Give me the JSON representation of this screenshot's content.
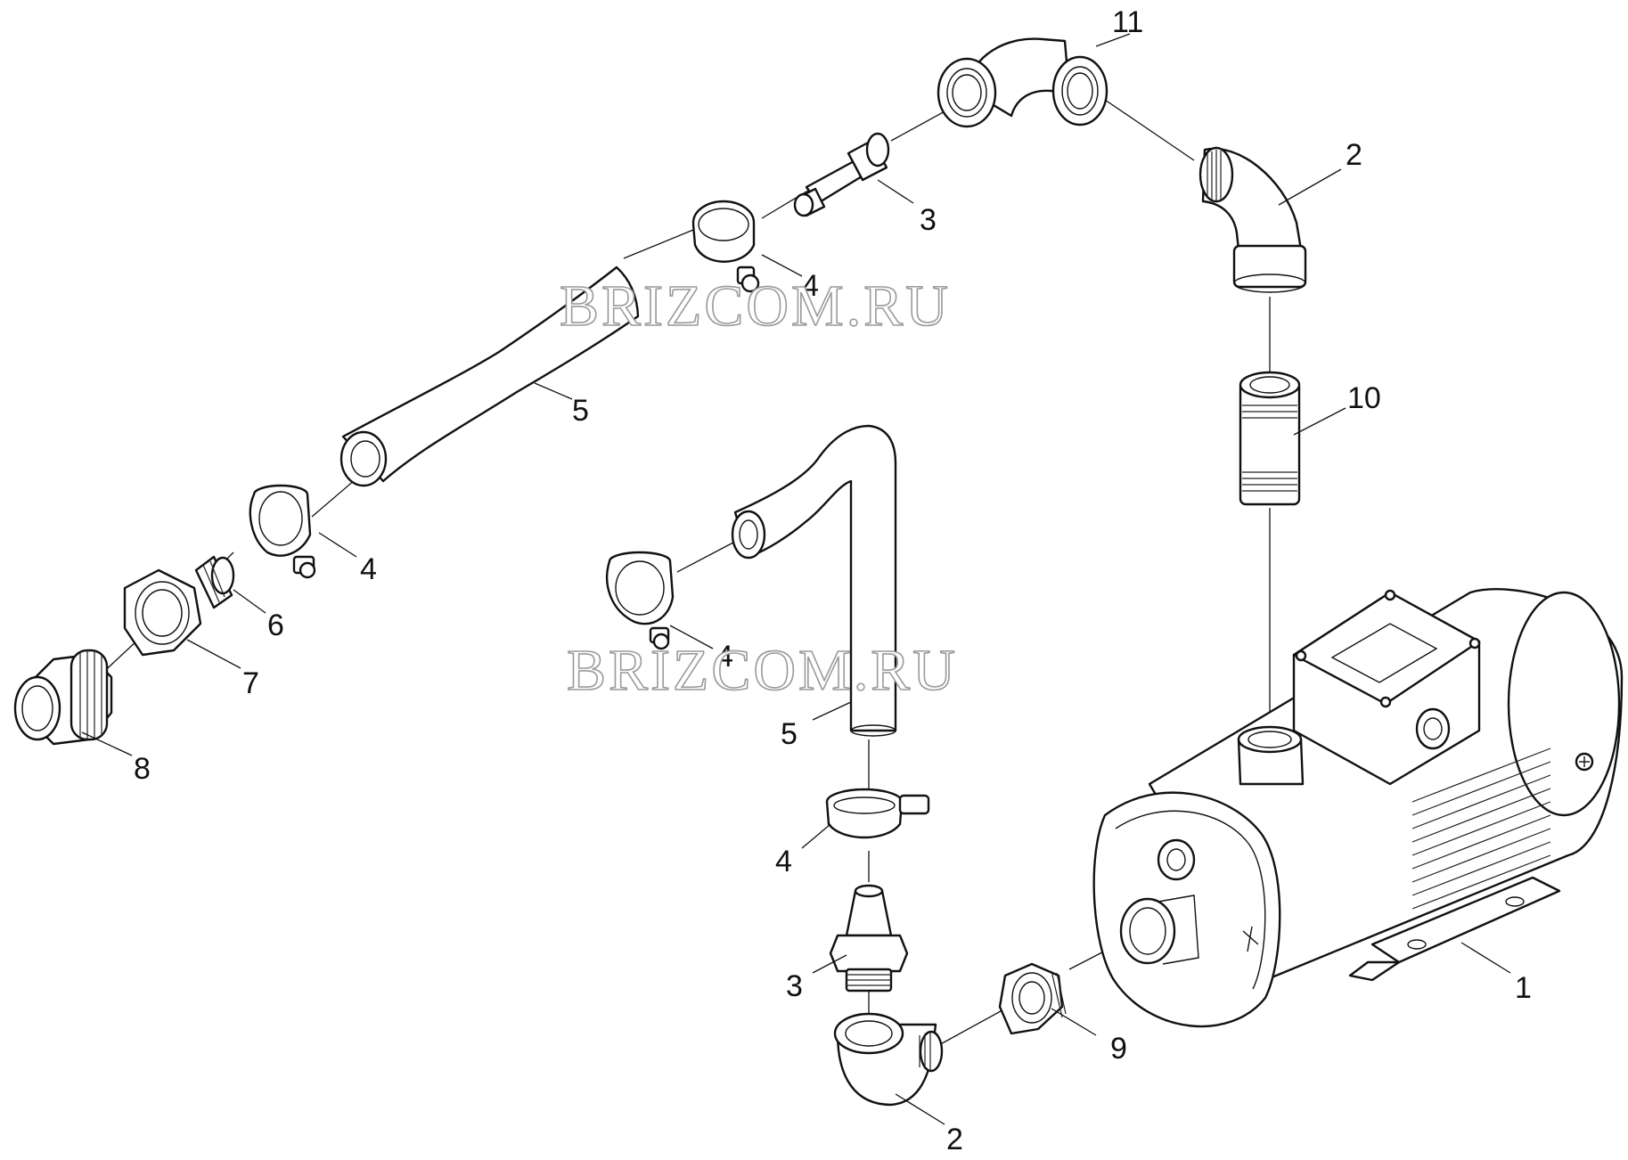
{
  "watermark": {
    "text": "BRIZCOM.RU",
    "color": "#9a9a9a"
  },
  "callouts": {
    "c1": "1",
    "c2a": "2",
    "c2b": "2",
    "c3a": "3",
    "c3b": "3",
    "c4a": "4",
    "c4b": "4",
    "c4c": "4",
    "c4d": "4",
    "c5a": "5",
    "c5b": "5",
    "c6": "6",
    "c7": "7",
    "c8": "8",
    "c9": "9",
    "c10": "10",
    "c11": "11"
  },
  "colors": {
    "line": "#111111",
    "background": "#ffffff"
  }
}
